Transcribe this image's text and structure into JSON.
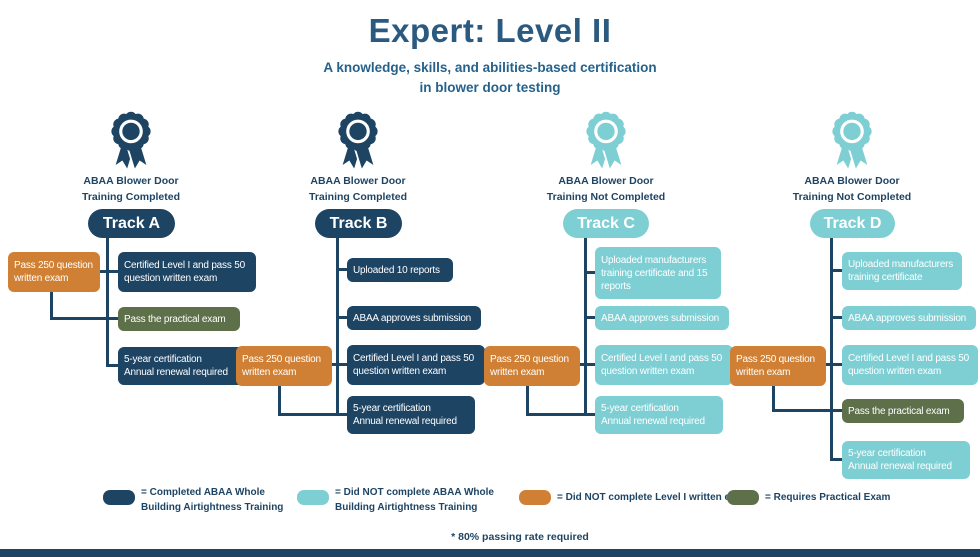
{
  "header": {
    "title": "Expert: Level II",
    "subtitle": "A knowledge, skills, and abilities-based certification\nin blower door testing"
  },
  "colors": {
    "navy": "#1e4464",
    "teal": "#7ecfd4",
    "orange": "#d08034",
    "olive": "#5d7049",
    "title_text": "#2a5a80",
    "subtitle_text": "#24628c"
  },
  "tracks": [
    {
      "label": "Track A",
      "badge": "navy-award-ribbon",
      "training_status": "ABAA Blower Door\nTraining Completed",
      "side_box": {
        "text": "Pass 250 question\nwritten exam",
        "type": "orange"
      },
      "boxes": [
        {
          "text": "Certified Level I and pass 50 question written exam",
          "type": "navy"
        },
        {
          "text": "Pass the practical exam",
          "type": "olive"
        },
        {
          "text": "5-year certification\nAnnual renewal required",
          "type": "navy"
        }
      ]
    },
    {
      "label": "Track B",
      "badge": "navy-award-ribbon",
      "training_status": "ABAA Blower Door\nTraining Completed",
      "side_box": {
        "text": "Pass 250 question\nwritten exam",
        "type": "orange"
      },
      "boxes": [
        {
          "text": "Uploaded 10 reports",
          "type": "navy"
        },
        {
          "text": "ABAA approves submission",
          "type": "navy"
        },
        {
          "text": "Certified Level I and pass 50 question written exam",
          "type": "navy"
        },
        {
          "text": "5-year certification\nAnnual renewal required",
          "type": "navy"
        }
      ]
    },
    {
      "label": "Track C",
      "badge": "teal-award-ribbon",
      "training_status": "ABAA Blower Door\nTraining Not Completed",
      "side_box": {
        "text": "Pass 250 question\nwritten exam",
        "type": "orange"
      },
      "boxes": [
        {
          "text": "Uploaded manufacturers training certificate and 15 reports",
          "type": "teal"
        },
        {
          "text": "ABAA approves submission",
          "type": "teal"
        },
        {
          "text": "Certified Level I and pass 50 question written exam",
          "type": "teal"
        },
        {
          "text": "5-year certification\nAnnual renewal required",
          "type": "teal"
        }
      ]
    },
    {
      "label": "Track D",
      "badge": "teal-award-ribbon",
      "training_status": "ABAA Blower Door\nTraining Not Completed",
      "side_box": {
        "text": "Pass 250 question\nwritten exam",
        "type": "orange"
      },
      "boxes": [
        {
          "text": "Uploaded manufacturers training certificate",
          "type": "teal"
        },
        {
          "text": "ABAA approves submission",
          "type": "teal"
        },
        {
          "text": "Certified Level I and pass 50 question written exam",
          "type": "teal"
        },
        {
          "text": "Pass the practical exam",
          "type": "olive"
        },
        {
          "text": "5-year certification\nAnnual renewal required",
          "type": "teal"
        }
      ]
    }
  ],
  "legend": {
    "items": [
      {
        "swatch": "navy",
        "text": "= Completed ABAA Whole Building Airtightness Training"
      },
      {
        "swatch": "teal",
        "text": "= Did NOT complete ABAA Whole Building Airtightness Training"
      },
      {
        "swatch": "orange",
        "text": "= Did NOT complete Level I written exam"
      },
      {
        "swatch": "olive",
        "text": "= Requires Practical Exam"
      }
    ],
    "footnote": "* 80% passing rate required"
  }
}
